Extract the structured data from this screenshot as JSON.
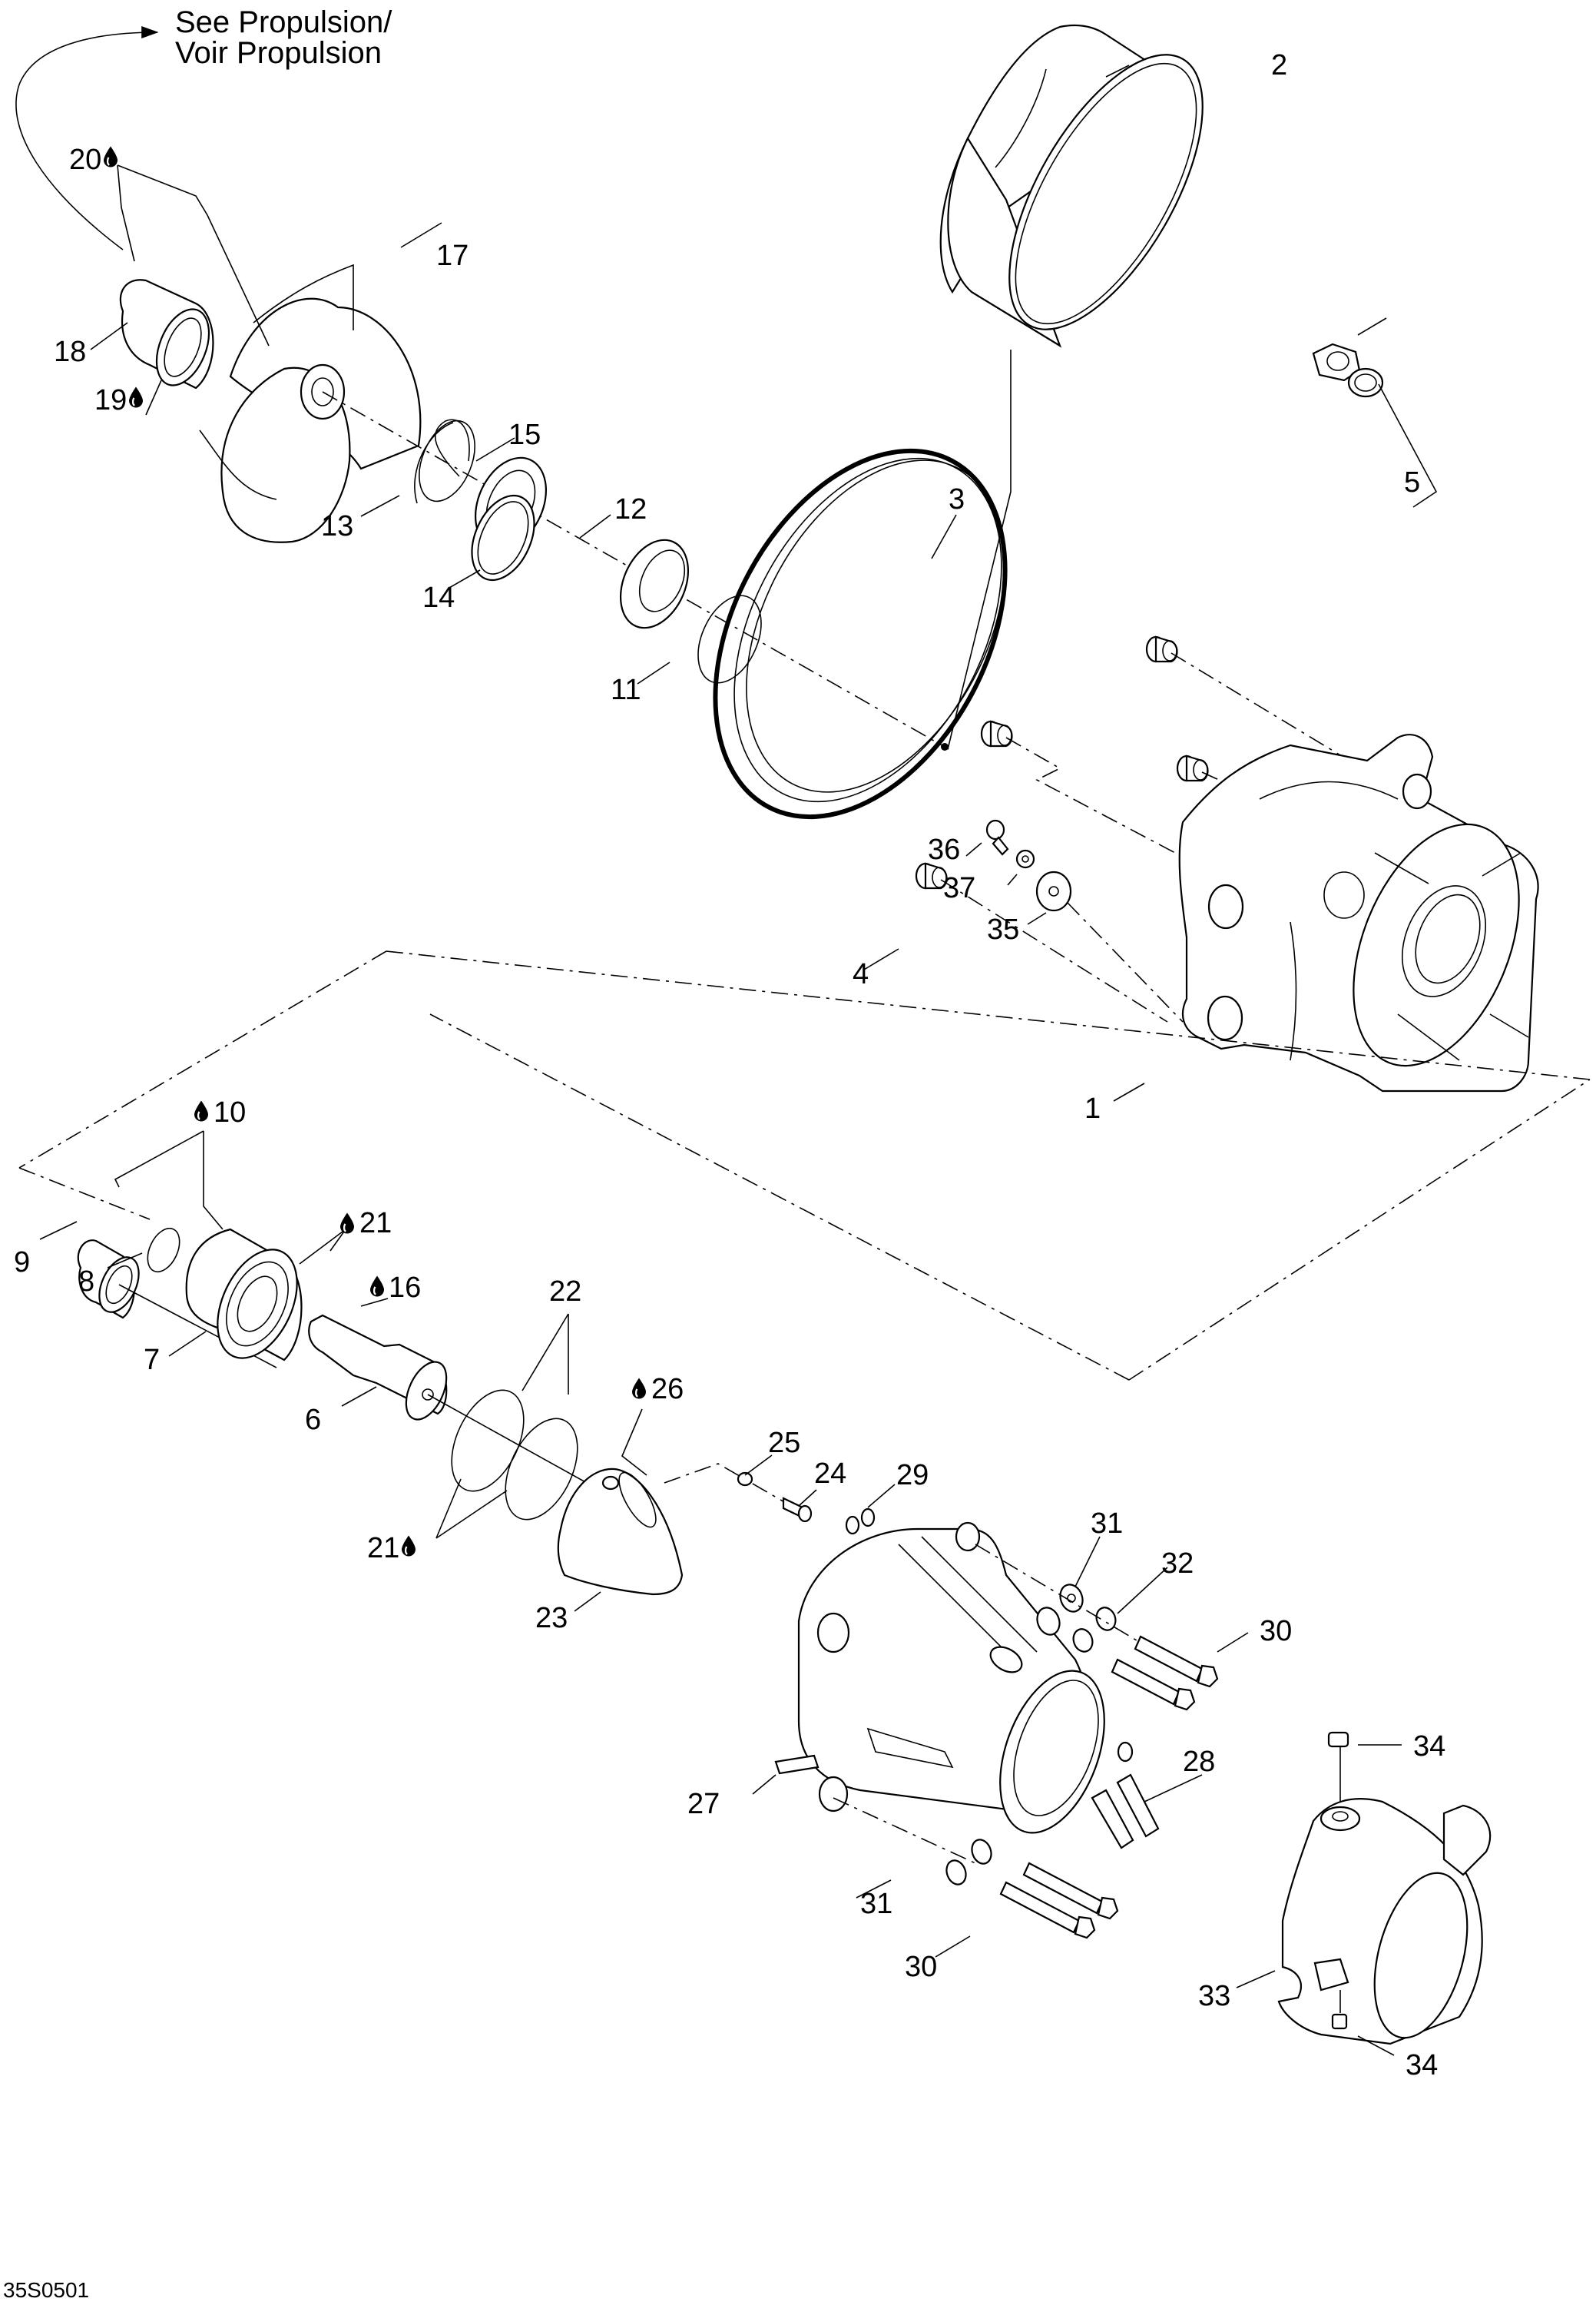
{
  "diagram": {
    "reference_note": {
      "line1": "See Propulsion/",
      "line2": "Voir Propulsion"
    },
    "drawing_code": "35S0501",
    "lubricant_icon": "oil-drop-icon",
    "callouts": [
      {
        "id": "1",
        "text": "1",
        "lubricant": false
      },
      {
        "id": "2",
        "text": "2",
        "lubricant": false
      },
      {
        "id": "3",
        "text": "3",
        "lubricant": false
      },
      {
        "id": "4",
        "text": "4",
        "lubricant": false
      },
      {
        "id": "5",
        "text": "5",
        "lubricant": false
      },
      {
        "id": "6",
        "text": "6",
        "lubricant": false
      },
      {
        "id": "7",
        "text": "7",
        "lubricant": false
      },
      {
        "id": "8",
        "text": "8",
        "lubricant": false
      },
      {
        "id": "9",
        "text": "9",
        "lubricant": false
      },
      {
        "id": "10",
        "text": "10",
        "lubricant": true,
        "drop_side": "left"
      },
      {
        "id": "11",
        "text": "11",
        "lubricant": false
      },
      {
        "id": "12",
        "text": "12",
        "lubricant": false
      },
      {
        "id": "13",
        "text": "13",
        "lubricant": false
      },
      {
        "id": "14",
        "text": "14",
        "lubricant": false
      },
      {
        "id": "15",
        "text": "15",
        "lubricant": false
      },
      {
        "id": "16",
        "text": "16",
        "lubricant": true,
        "drop_side": "left"
      },
      {
        "id": "17",
        "text": "17",
        "lubricant": false
      },
      {
        "id": "18",
        "text": "18",
        "lubricant": false
      },
      {
        "id": "19",
        "text": "19",
        "lubricant": true,
        "drop_side": "right"
      },
      {
        "id": "20",
        "text": "20",
        "lubricant": true,
        "drop_side": "right"
      },
      {
        "id": "21a",
        "text": "21",
        "lubricant": true,
        "drop_side": "left"
      },
      {
        "id": "21b",
        "text": "21",
        "lubricant": true,
        "drop_side": "right"
      },
      {
        "id": "22",
        "text": "22",
        "lubricant": false
      },
      {
        "id": "23",
        "text": "23",
        "lubricant": false
      },
      {
        "id": "24",
        "text": "24",
        "lubricant": false
      },
      {
        "id": "25",
        "text": "25",
        "lubricant": false
      },
      {
        "id": "26",
        "text": "26",
        "lubricant": true,
        "drop_side": "left"
      },
      {
        "id": "27",
        "text": "27",
        "lubricant": false
      },
      {
        "id": "28",
        "text": "28",
        "lubricant": false
      },
      {
        "id": "29",
        "text": "29",
        "lubricant": false
      },
      {
        "id": "30a",
        "text": "30",
        "lubricant": false
      },
      {
        "id": "30b",
        "text": "30",
        "lubricant": false
      },
      {
        "id": "31a",
        "text": "31",
        "lubricant": false
      },
      {
        "id": "31b",
        "text": "31",
        "lubricant": false
      },
      {
        "id": "32",
        "text": "32",
        "lubricant": false
      },
      {
        "id": "33",
        "text": "33",
        "lubricant": false
      },
      {
        "id": "34a",
        "text": "34",
        "lubricant": false
      },
      {
        "id": "34b",
        "text": "34",
        "lubricant": false
      },
      {
        "id": "35",
        "text": "35",
        "lubricant": false
      },
      {
        "id": "36",
        "text": "36",
        "lubricant": false
      },
      {
        "id": "37",
        "text": "37",
        "lubricant": false
      }
    ]
  }
}
